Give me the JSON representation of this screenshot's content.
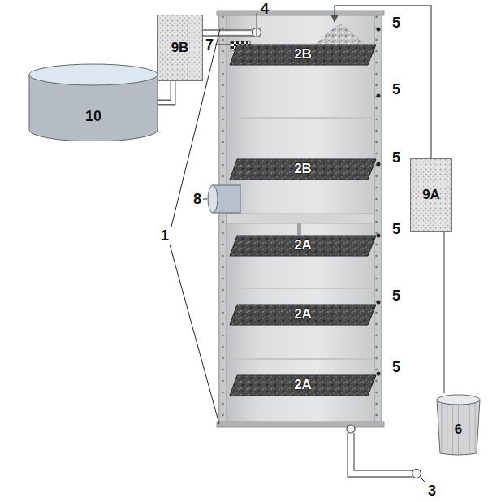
{
  "diagram": {
    "nodes": [
      {
        "text": [
          "9B"
        ]
      },
      {
        "text": [
          "2B"
        ]
      },
      {
        "text": [
          "10"
        ]
      },
      {
        "text": [
          "2B"
        ]
      },
      {
        "text": [
          "9A"
        ]
      },
      {
        "text": [
          "2A"
        ]
      },
      {
        "text": [
          "2A"
        ]
      },
      {
        "text": [
          "2A"
        ]
      },
      {
        "text": [
          "6"
        ]
      }
    ],
    "edges": [
      {
        "from": 0,
        "to": 2,
        "arrow": "none"
      },
      {
        "from": 4,
        "to": 8,
        "arrow": "none"
      }
    ],
    "labels": [
      "4",
      "7",
      "5",
      "5",
      "5",
      "5",
      "5",
      "5",
      "8",
      "1",
      "3"
    ]
  }
}
